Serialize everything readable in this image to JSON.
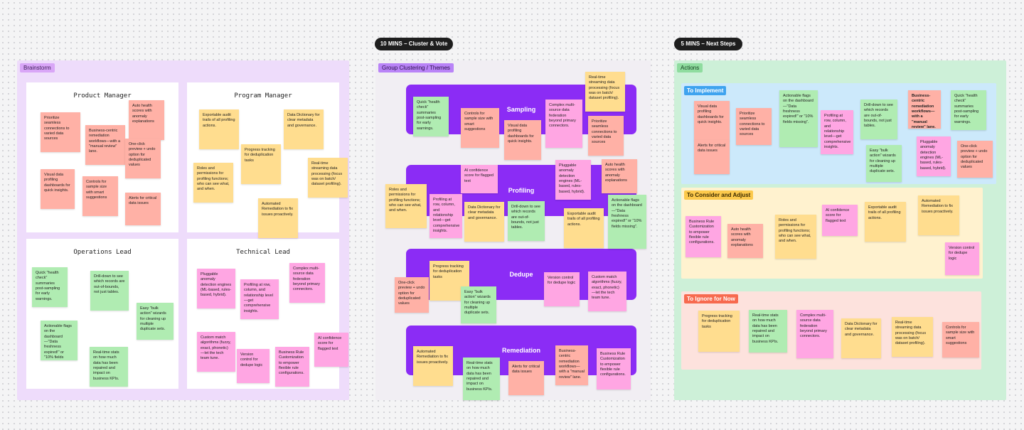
{
  "timers": {
    "cluster": "10 MINS – Cluster & Vote",
    "next": "5 MINS – Next Steps"
  },
  "sections": {
    "brainstorm": "Brainstorm",
    "clustering": "Group Clustering / Themes",
    "actions": "Actions"
  },
  "personas": {
    "pm": "Product Manager",
    "prog": "Program Manager",
    "ops": "Operations Lead",
    "tech": "Technical Lead"
  },
  "themes": {
    "sampling": "Sampling",
    "profiling": "Profiling",
    "dedupe": "Dedupe",
    "remediation": "Remediation"
  },
  "action_groups": {
    "implement": "To Implement",
    "consider": "To Consider and Adjust",
    "ignore": "To Ignore for Now"
  },
  "notes": {
    "n1": "Prioritize seamless connections to varied data sources",
    "n2": "Business-centric remediation workflows—with a \"manual review\" lane.",
    "n3": "Auto health scores with anomaly explanations",
    "n4": "One-click preview + undo option for deduplicated values",
    "n5": "Visual data profiling dashboards for quick insights.",
    "n6": "Controls for sample size with smart suggestions",
    "n7": "Alerts for critical data issues",
    "n8": "Exportable audit trails of all profiling actions.",
    "n9": "Data Dictionary for clear metadata and governance.",
    "n10": "Progress tracking for deduplication tasks",
    "n11": "Real-time streaming data processing (focus was on batch/ dataset profiling).",
    "n12": "Roles and permissions for profiling functions; who can see what, and when.",
    "n13": "Automated Remediation to fix issues proactively.",
    "n14": "Quick \"health check\" summaries post-sampling for early warnings.",
    "n15": "Drill-down to see which records are out-of-bounds, not just tables.",
    "n16": "Easy \"bulk action\" wizards for cleaning up multiple duplicate sets.",
    "n17": "Actionable flags on the dashboard—\"Data freshness expired!\" or \"10% fields missing\".",
    "n18": "Real-time stats on how much data has been repaired and impact on business KPIs.",
    "n19": "Pluggable anomaly detection engines (ML-based, rules-based, hybrid).",
    "n20": "Profiling at row, column, and relationship level—get comprehensive insights.",
    "n21": "Complex multi-source data federation beyond primary connectors.",
    "n22": "Custom match algorithms (fuzzy, exact, phonetic)—let the tech team tune.",
    "n23": "Version control for dedupe logic",
    "n24": "Business Rule Customization to empower flexible rule configurations.",
    "n25": "AI confidence score for flagged text"
  },
  "colors": {
    "brainstorm_bg": "#eedcfb",
    "brainstorm_label": "#d9a6f7",
    "cluster_bg": "#f1eef3",
    "cluster_label": "#b983f7",
    "theme_band": "#8b2cf5",
    "actions_bg": "#cdf0d8",
    "actions_label": "#8fdc9f",
    "implement_bg": "#cce9fb",
    "implement_label": "#3ea3ef",
    "consider_bg": "#fff2cf",
    "consider_label": "#fcc94c",
    "ignore_bg": "#fde2dd",
    "ignore_label": "#f76a4f",
    "note_green": "#b0ecb2",
    "note_red": "#ffb1a6",
    "note_pink": "#ffa6e3",
    "note_yellow": "#ffdd8f",
    "note_orange": "#fdc89c"
  }
}
